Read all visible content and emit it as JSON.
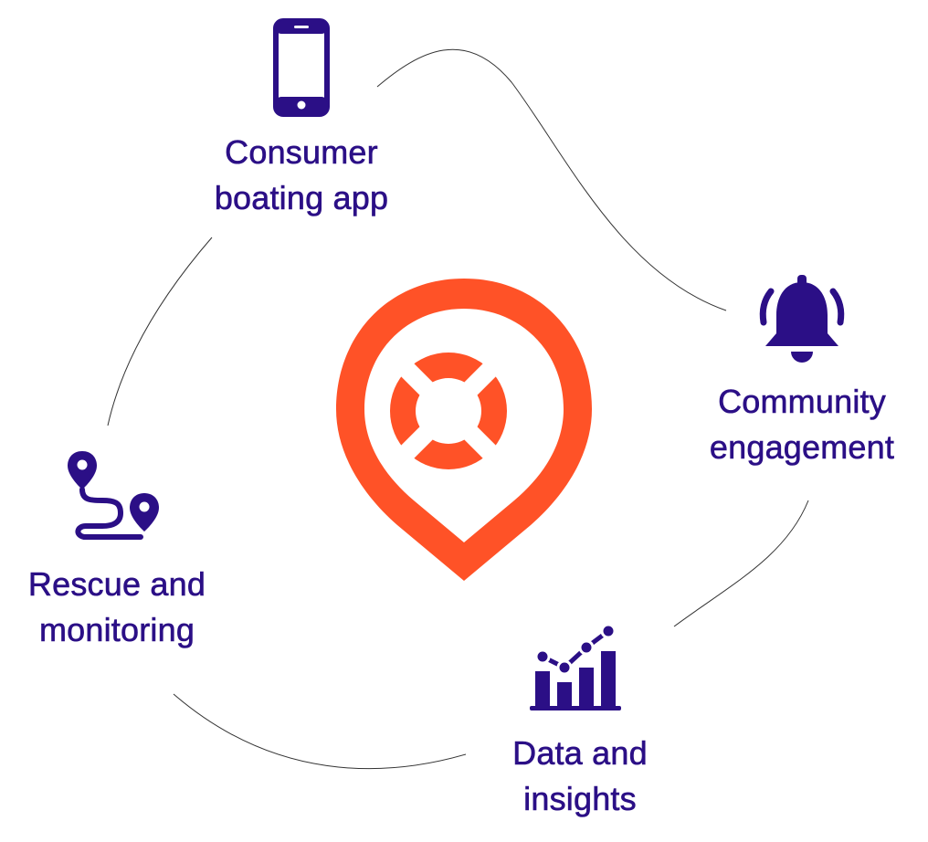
{
  "colors": {
    "primary_text": "#2b0f86",
    "accent": "#ff5227",
    "connector": "#333333"
  },
  "center": {
    "icon": "lifebuoy-location-pin-icon"
  },
  "nodes": {
    "consumer": {
      "line1": "Consumer",
      "line2": "boating app",
      "icon": "smartphone-icon"
    },
    "community": {
      "line1": "Community",
      "line2": "engagement",
      "icon": "bell-icon"
    },
    "data": {
      "line1": "Data and",
      "line2": "insights",
      "icon": "bar-chart-trend-icon"
    },
    "rescue": {
      "line1": "Rescue and",
      "line2": "monitoring",
      "icon": "route-pins-icon"
    }
  }
}
